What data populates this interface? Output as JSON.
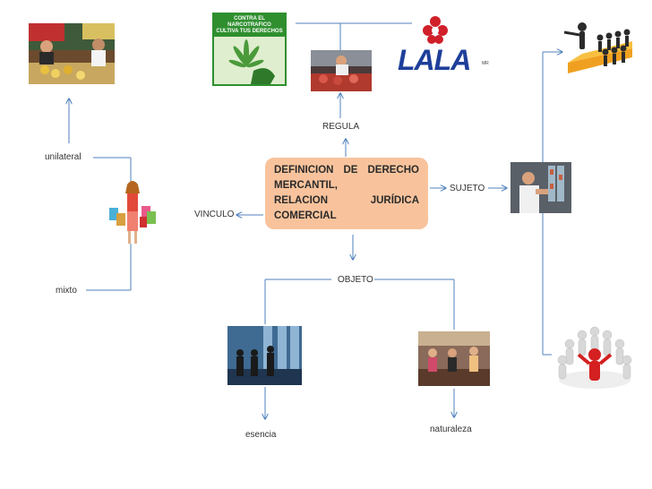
{
  "central": {
    "line1_a": "DEFINICION",
    "line1_b": "DE",
    "line1_c": "DERECHO",
    "line2": "MERCANTIL,",
    "line3_a": "RELACION",
    "line3_b": "JURÍDICA",
    "line4": "COMERCIAL"
  },
  "labels": {
    "regula": "REGULA",
    "sujeto": "SUJETO",
    "vinculo": "VINCULO",
    "objeto": "OBJETO",
    "unilateral": "unilateral",
    "mixto": "mixto",
    "esencia": "esencia",
    "naturaleza": "naturaleza"
  },
  "images": {
    "narco_line1": "CONTRA EL NARCOTRAFICO",
    "narco_line2": "CULTIVA TUS DERECHOS",
    "lala_logo": "LALA",
    "lala_mark": "MR"
  },
  "colors": {
    "connector": "#4f81bd",
    "central_fill": "#f8c39c"
  }
}
